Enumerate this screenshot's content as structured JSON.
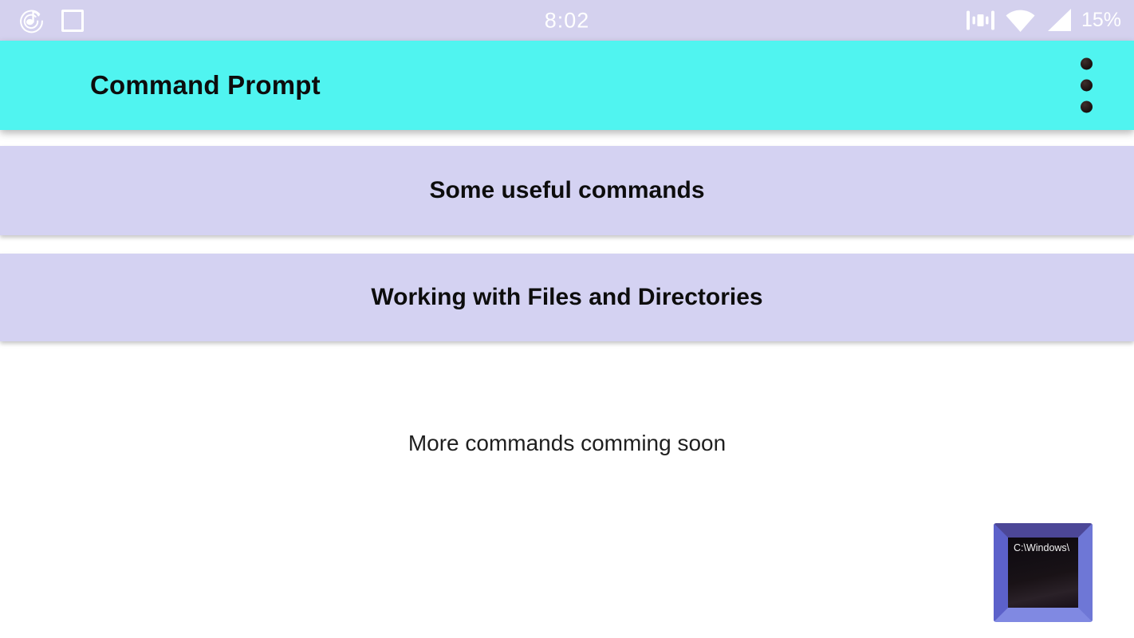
{
  "status_bar": {
    "time": "8:02",
    "battery_percent": "15%",
    "icons": {
      "left": [
        "music-note-icon",
        "screenshot-square-icon"
      ],
      "right": [
        "vibrate-icon",
        "wifi-icon",
        "cell-signal-icon"
      ]
    }
  },
  "app_bar": {
    "title": "Command Prompt",
    "overflow_icon": "overflow-menu-dots-icon"
  },
  "menu": {
    "items": [
      {
        "label": "Some useful commands"
      },
      {
        "label": "Working with Files and Directories"
      }
    ]
  },
  "footer": {
    "note": "More commands comming soon"
  },
  "app_icon": {
    "screen_text": "C:\\Windows\\"
  },
  "colors": {
    "status_bar_bg": "#d4d1ee",
    "app_bar_bg": "#50f4f0",
    "menu_item_bg": "#d4d2f2",
    "page_bg": "#ffffff",
    "icon_frame_blue": "#6e77d6"
  }
}
